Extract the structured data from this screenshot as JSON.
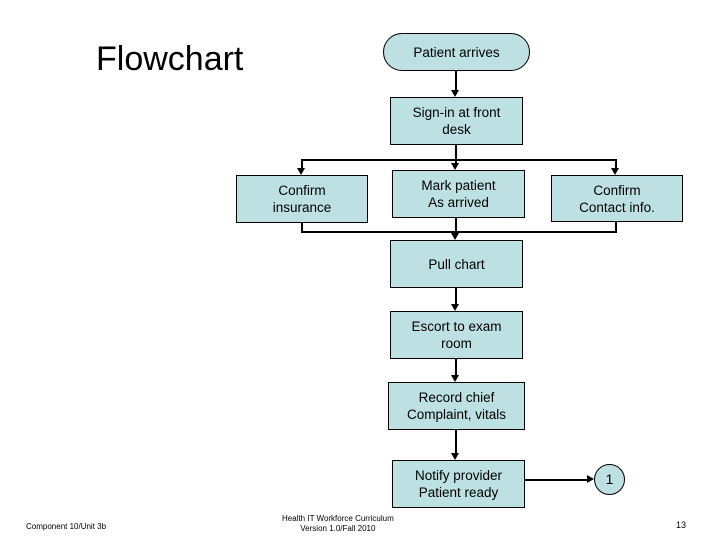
{
  "slide": {
    "title": "Flowchart",
    "background_color": "#ffffff",
    "node_fill_color": "#bde0e2",
    "node_border_color": "#000000",
    "edge_color": "#000000"
  },
  "nodes": [
    {
      "id": "patient-arrives",
      "label": "Patient arrives",
      "shape": "stadium"
    },
    {
      "id": "sign-in",
      "label": "Sign-in at front\ndesk",
      "shape": "rect"
    },
    {
      "id": "confirm-insurance",
      "label": "Confirm\ninsurance",
      "shape": "rect"
    },
    {
      "id": "mark-arrived",
      "label": "Mark patient\nAs arrived",
      "shape": "rect"
    },
    {
      "id": "confirm-contact",
      "label": "Confirm\nContact info.",
      "shape": "rect"
    },
    {
      "id": "pull-chart",
      "label": "Pull chart",
      "shape": "rect"
    },
    {
      "id": "escort-exam",
      "label": "Escort to exam\nroom",
      "shape": "rect"
    },
    {
      "id": "record-chief",
      "label": "Record chief\nComplaint, vitals",
      "shape": "rect"
    },
    {
      "id": "notify-provider",
      "label": "Notify provider\nPatient ready",
      "shape": "rect"
    },
    {
      "id": "connector-1",
      "label": "1",
      "shape": "circle"
    }
  ],
  "footer": {
    "left": "Component 10/Unit 3b",
    "center": "Health IT Workforce Curriculum\nVersion 1.0/Fall 2010",
    "page_number": "13"
  }
}
